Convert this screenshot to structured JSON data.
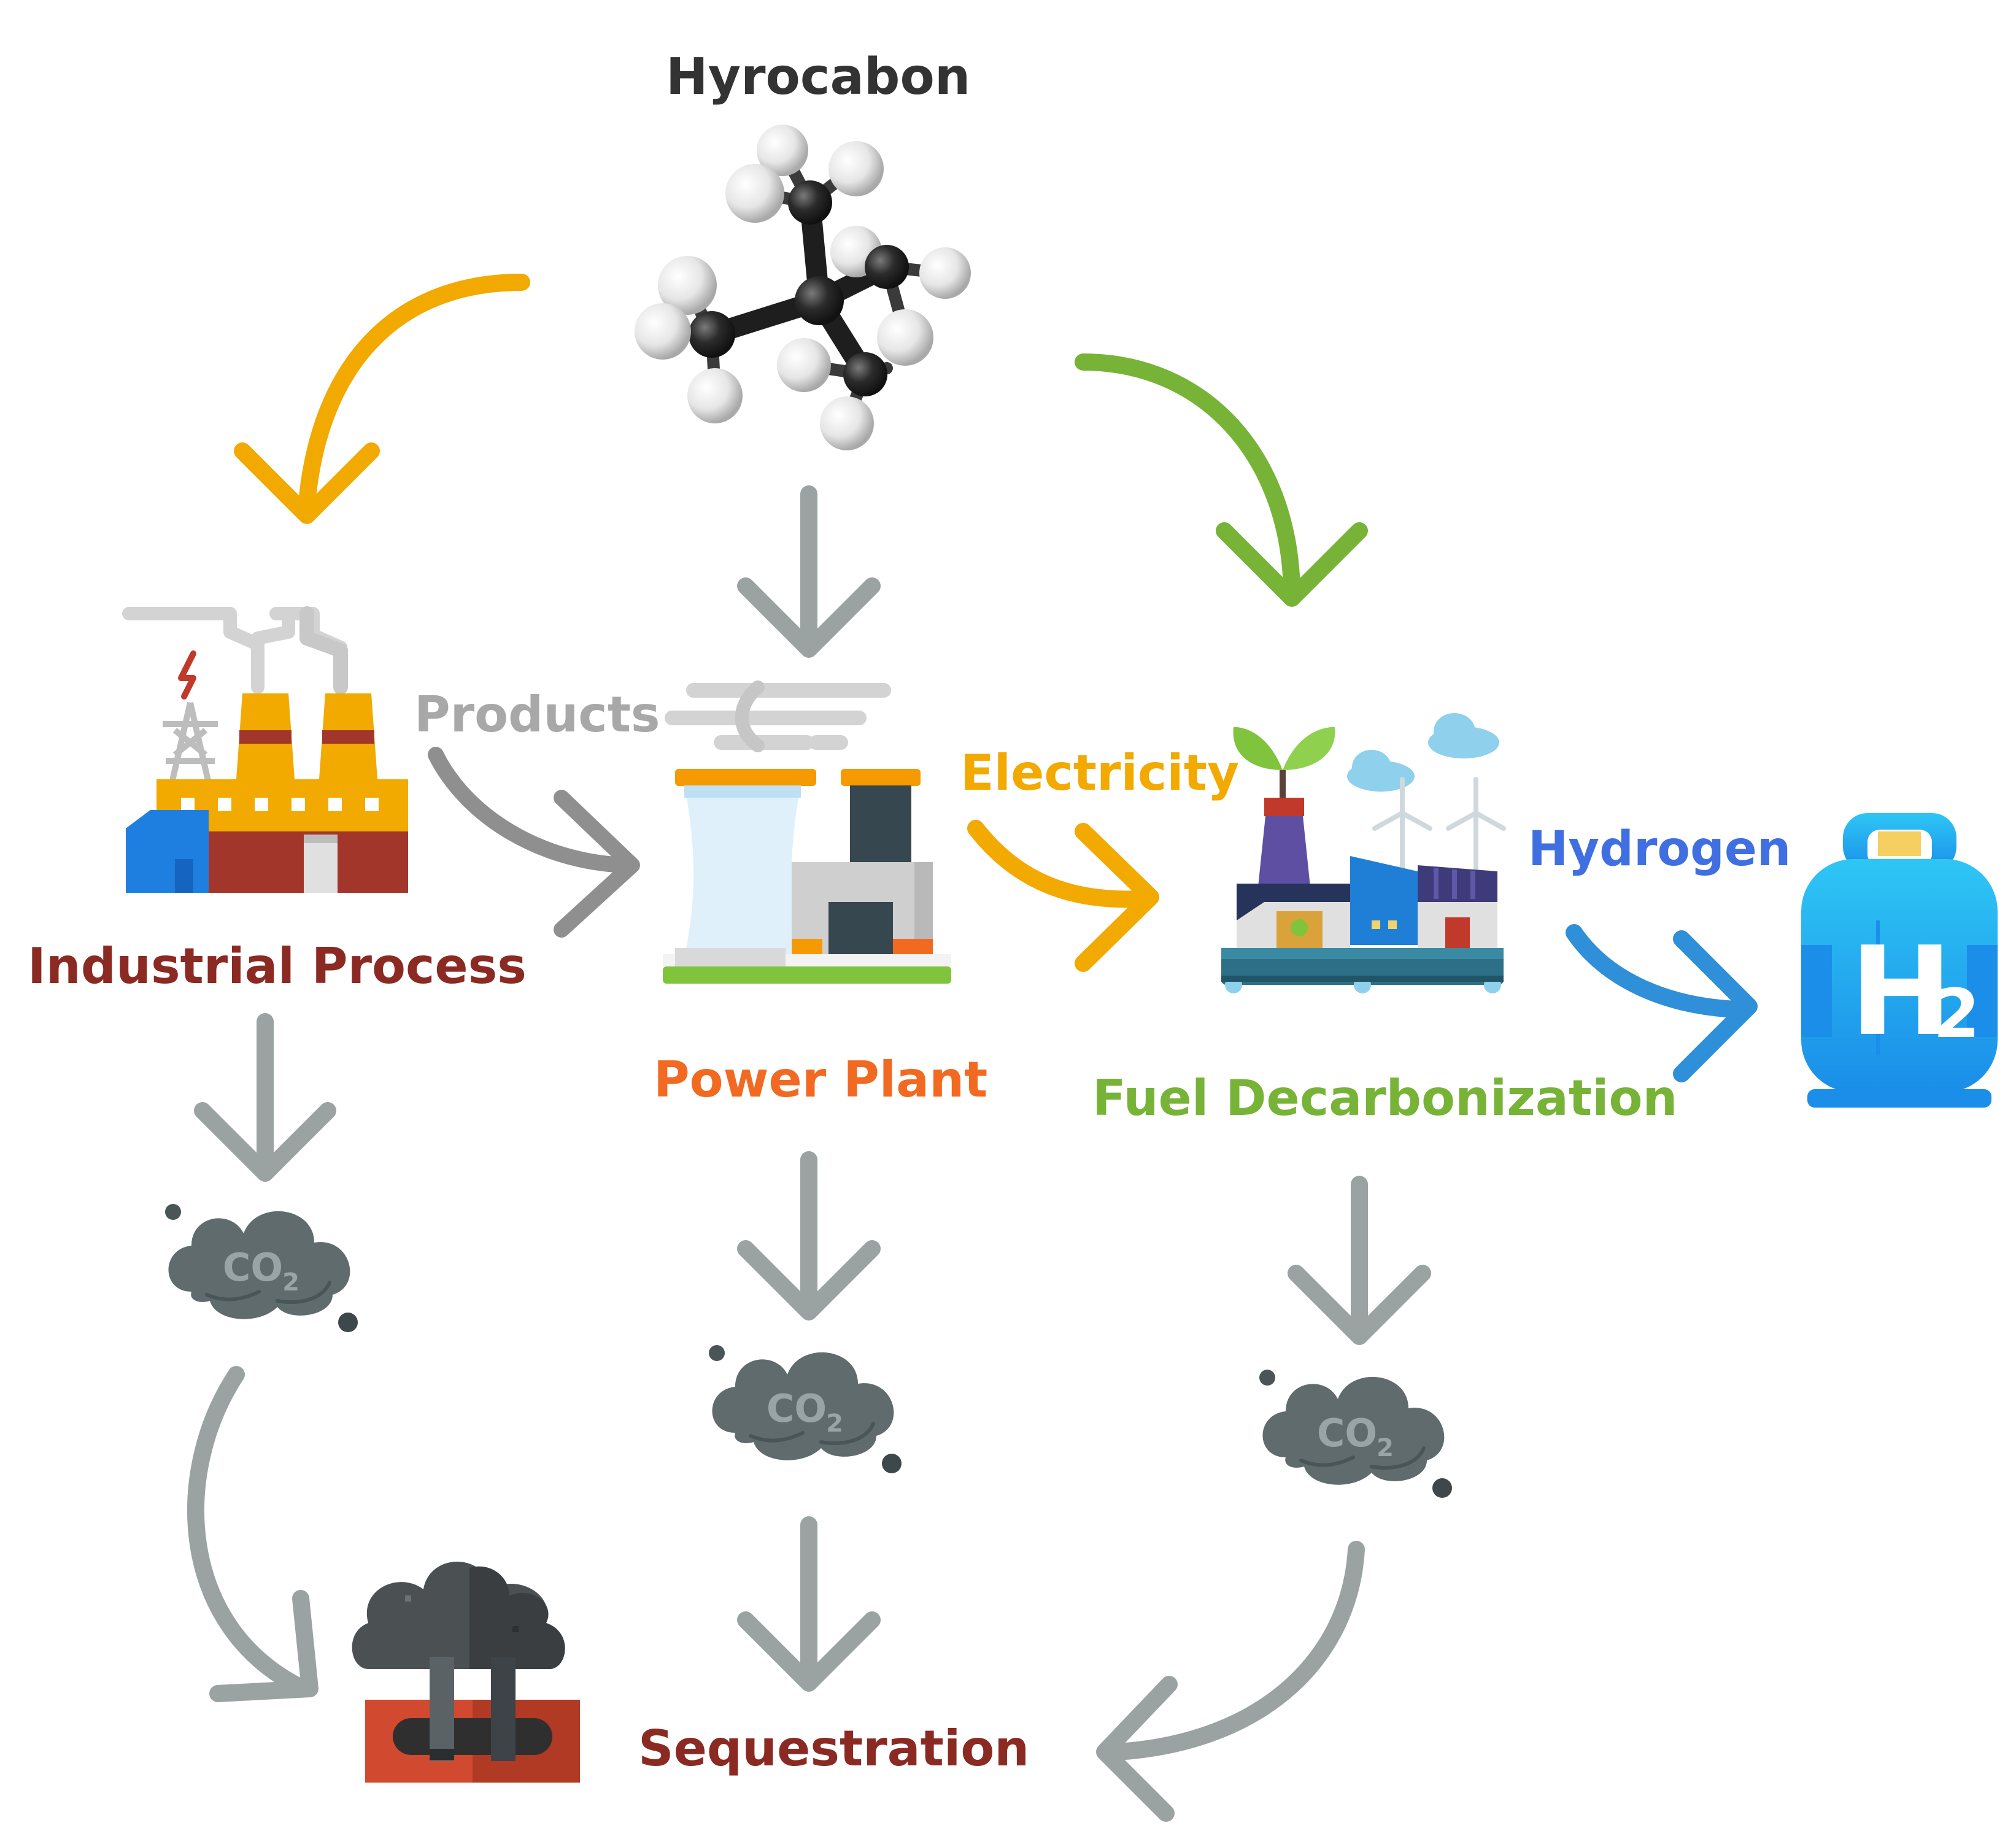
{
  "labels": {
    "hydrocarbon": "Hyrocabon",
    "products": "Products",
    "industrial_process": "Industrial Process",
    "power_plant": "Power Plant",
    "electricity": "Electricity",
    "hydrogen": "Hydrogen",
    "fuel_decarbonization": "Fuel Decarbonization",
    "sequestration": "Sequestration",
    "co2_main": "CO",
    "co2_sub": "2",
    "h2_main": "H",
    "h2_sub": "2"
  },
  "colors": {
    "hydrocarbon": "#333333",
    "products": "#a8a8a8",
    "industrial_process": "#8b2a22",
    "power_plant": "#f26a21",
    "electricity": "#f2a900",
    "hydrogen": "#3f6fe0",
    "fuel_decarbonization": "#77b337",
    "sequestration": "#8b2a22",
    "arrow_orange": "#f2a900",
    "arrow_green": "#77b337",
    "arrow_gray": "#9aa3a1",
    "arrow_products": "#8f8f8f",
    "arrow_blue": "#2f8fd8",
    "co2_cloud": "#5f6b6d"
  }
}
